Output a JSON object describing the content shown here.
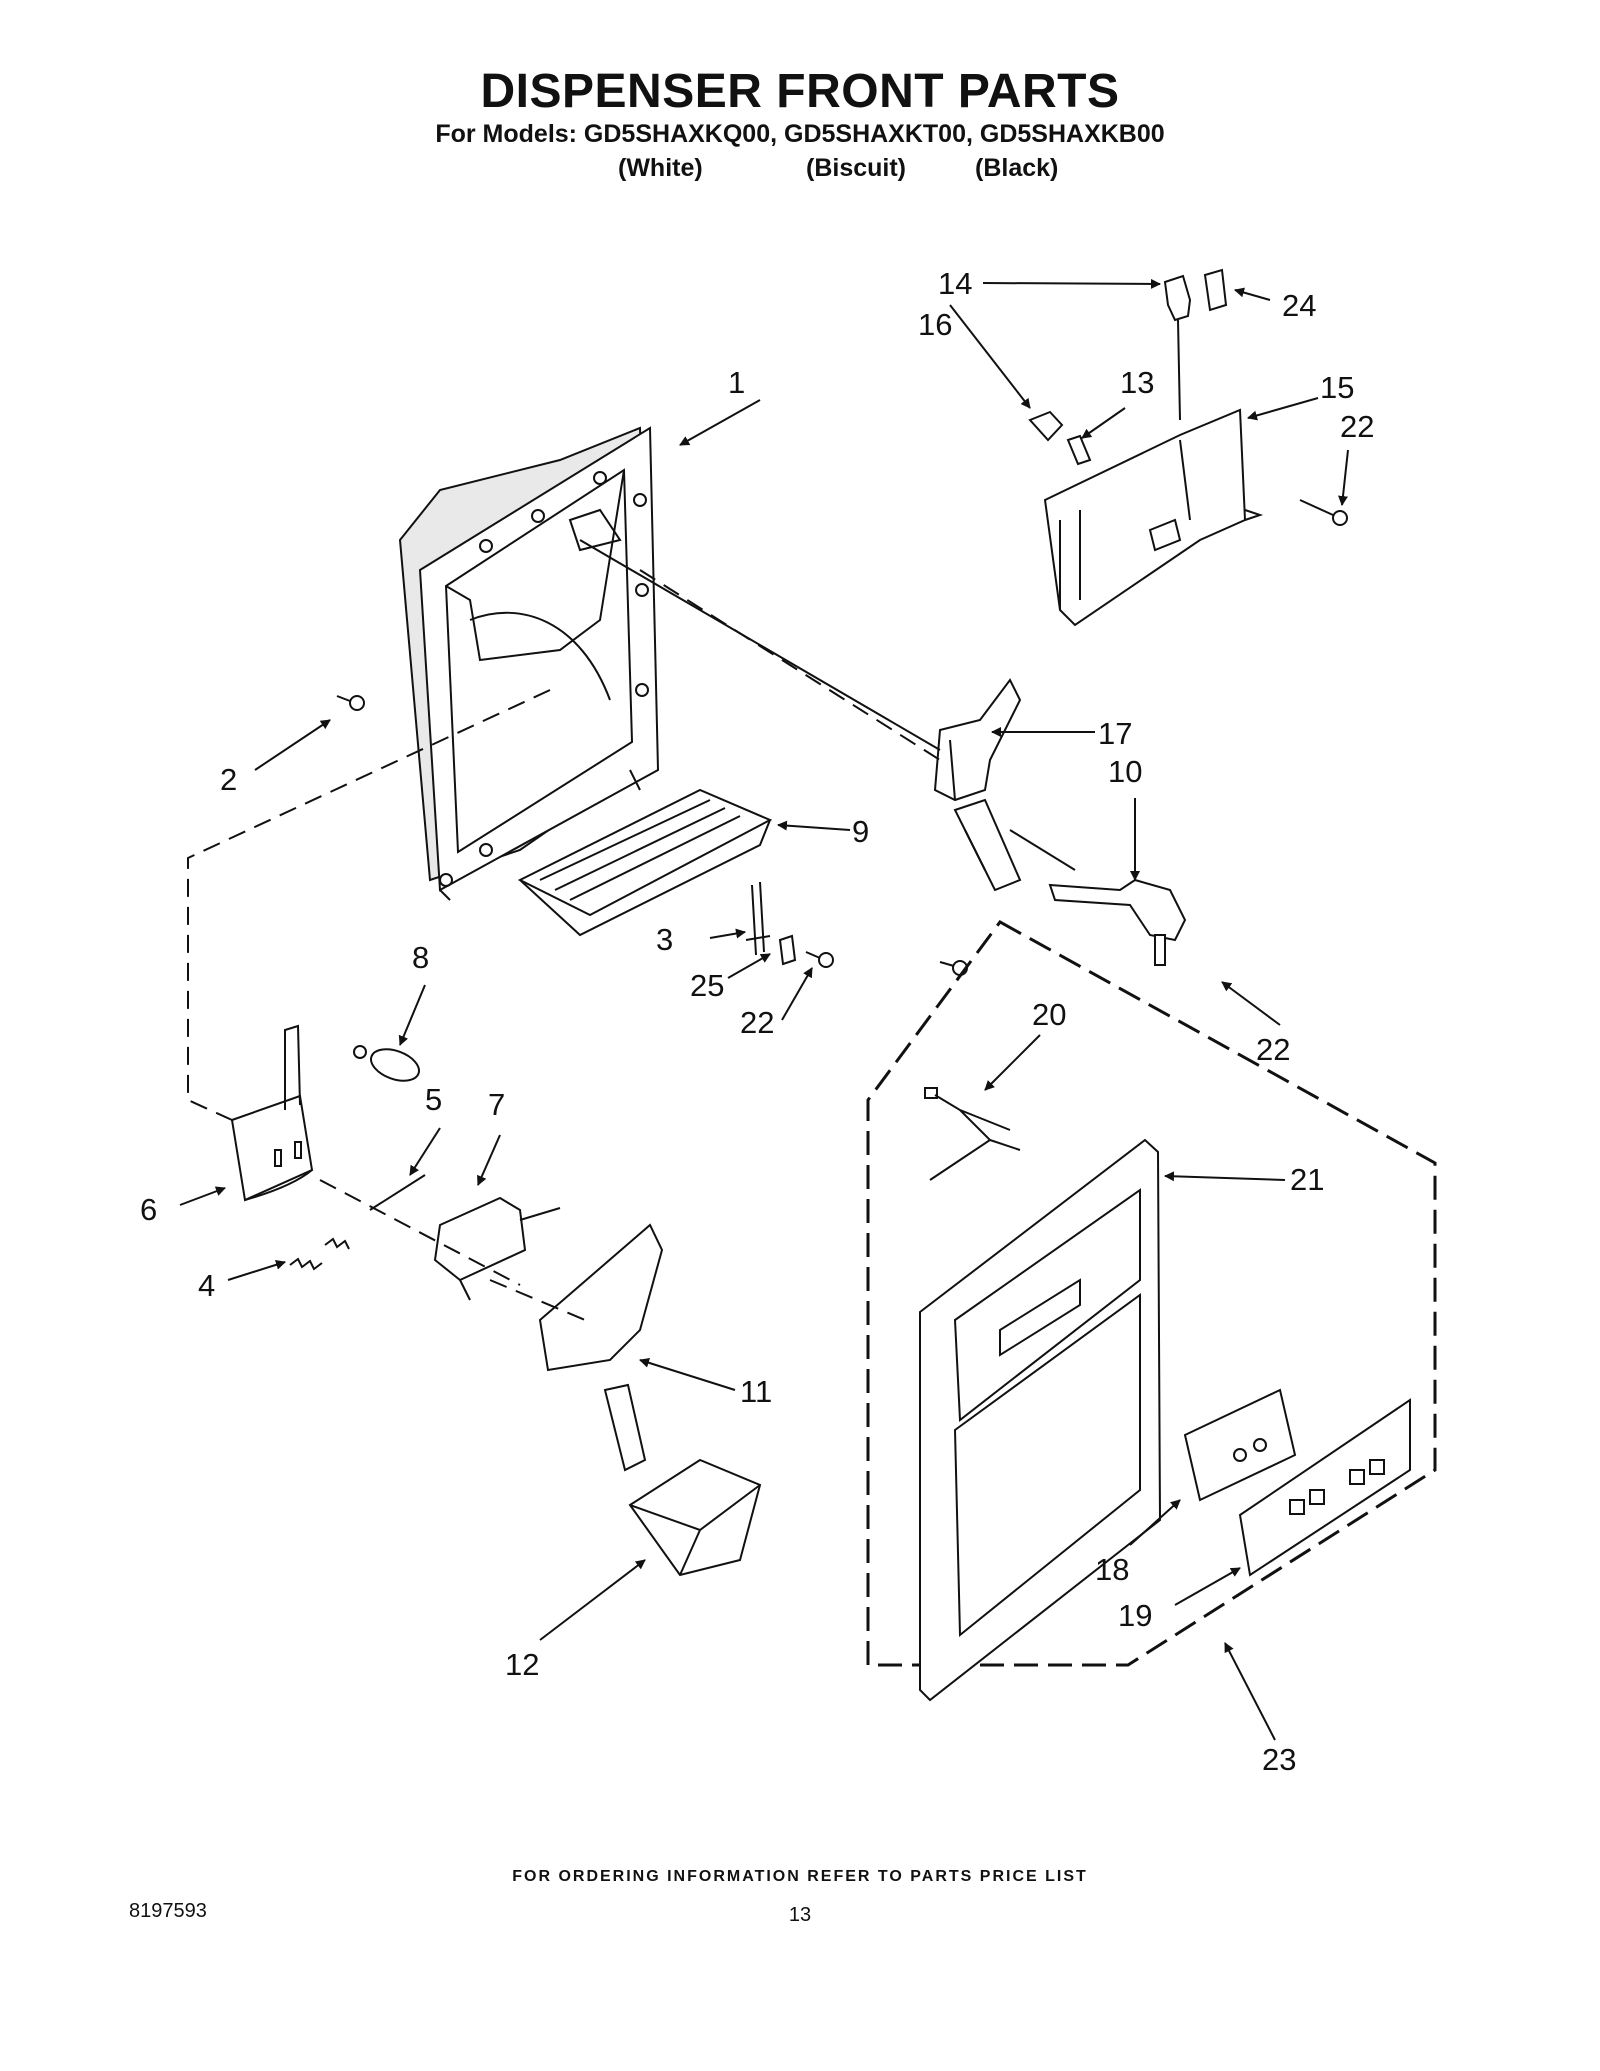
{
  "header": {
    "title": "DISPENSER FRONT PARTS",
    "models_line": "For Models: GD5SHAXKQ00, GD5SHAXKT00, GD5SHAXKB00",
    "variants": [
      "(White)",
      "(Biscuit)",
      "(Black)"
    ]
  },
  "callouts": [
    {
      "id": "1",
      "label": "1"
    },
    {
      "id": "2",
      "label": "2"
    },
    {
      "id": "3",
      "label": "3"
    },
    {
      "id": "4",
      "label": "4"
    },
    {
      "id": "5",
      "label": "5"
    },
    {
      "id": "6",
      "label": "6"
    },
    {
      "id": "7",
      "label": "7"
    },
    {
      "id": "8",
      "label": "8"
    },
    {
      "id": "9",
      "label": "9"
    },
    {
      "id": "10",
      "label": "10"
    },
    {
      "id": "11",
      "label": "11"
    },
    {
      "id": "12",
      "label": "12"
    },
    {
      "id": "13",
      "label": "13"
    },
    {
      "id": "14",
      "label": "14"
    },
    {
      "id": "15",
      "label": "15"
    },
    {
      "id": "16",
      "label": "16"
    },
    {
      "id": "17",
      "label": "17"
    },
    {
      "id": "18",
      "label": "18"
    },
    {
      "id": "19",
      "label": "19"
    },
    {
      "id": "20",
      "label": "20"
    },
    {
      "id": "21",
      "label": "21"
    },
    {
      "id": "22a",
      "label": "22"
    },
    {
      "id": "22b",
      "label": "22"
    },
    {
      "id": "22c",
      "label": "22"
    },
    {
      "id": "23",
      "label": "23"
    },
    {
      "id": "24",
      "label": "24"
    },
    {
      "id": "25",
      "label": "25"
    }
  ],
  "footer": {
    "ordering_note": "FOR ORDERING INFORMATION REFER TO PARTS PRICE LIST",
    "document_number": "8197593",
    "page_number": "13"
  }
}
